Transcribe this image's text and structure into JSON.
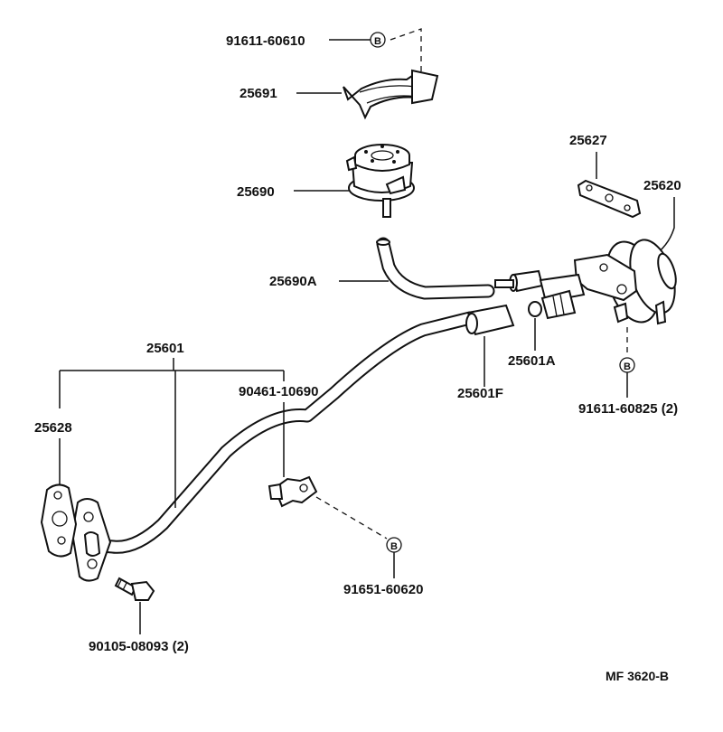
{
  "labels": {
    "p91611_60610": "91611-60610",
    "p25691": "25691",
    "p25690": "25690",
    "p25690A": "25690A",
    "p25627": "25627",
    "p25620": "25620",
    "p25601": "25601",
    "p25628": "25628",
    "p90461_10690": "90461-10690",
    "p25601A": "25601A",
    "p25601F": "25601F",
    "p91611_60825": "91611-60825 (2)",
    "p91651_60620": "91651-60620",
    "p90105_08093": "90105-08093 (2)",
    "ref": "MF 3620-B"
  },
  "markers": {
    "b": "B"
  },
  "icons": {
    "b_marker": "circled-letter-b-icon"
  }
}
